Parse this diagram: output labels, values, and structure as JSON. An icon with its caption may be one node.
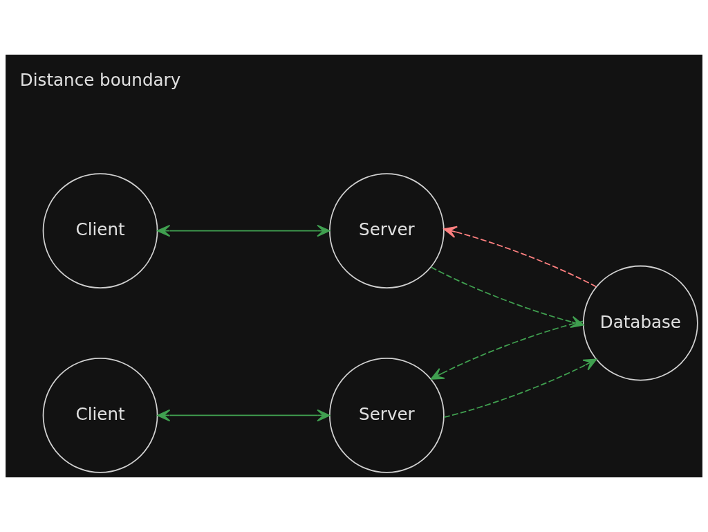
{
  "diagram": {
    "nodes": [
      {
        "text": [
          "Client"
        ]
      },
      {
        "text": [
          "Server"
        ]
      },
      {
        "text": [
          "Client"
        ]
      },
      {
        "text": [
          "Server"
        ]
      },
      {
        "text": [
          "Database"
        ]
      }
    ],
    "edges": [
      {
        "from": 0,
        "to": 1,
        "arrow": "both",
        "color": "#40a050"
      },
      {
        "from": 1,
        "to": 4,
        "arrow": "to",
        "style": "dashed",
        "color": "#40a050"
      },
      {
        "from": 4,
        "to": 1,
        "arrow": "to",
        "style": "dashed",
        "color": "#ff8080"
      },
      {
        "from": 3,
        "to": 4,
        "arrow": "to",
        "style": "dashed",
        "color": "#40a050"
      },
      {
        "from": 4,
        "to": 3,
        "arrow": "to",
        "style": "dashed",
        "color": "#40a050"
      },
      {
        "from": 2,
        "to": 3,
        "arrow": "both",
        "color": "#40a050"
      }
    ],
    "labels": [
      "Distance boundary"
    ]
  }
}
